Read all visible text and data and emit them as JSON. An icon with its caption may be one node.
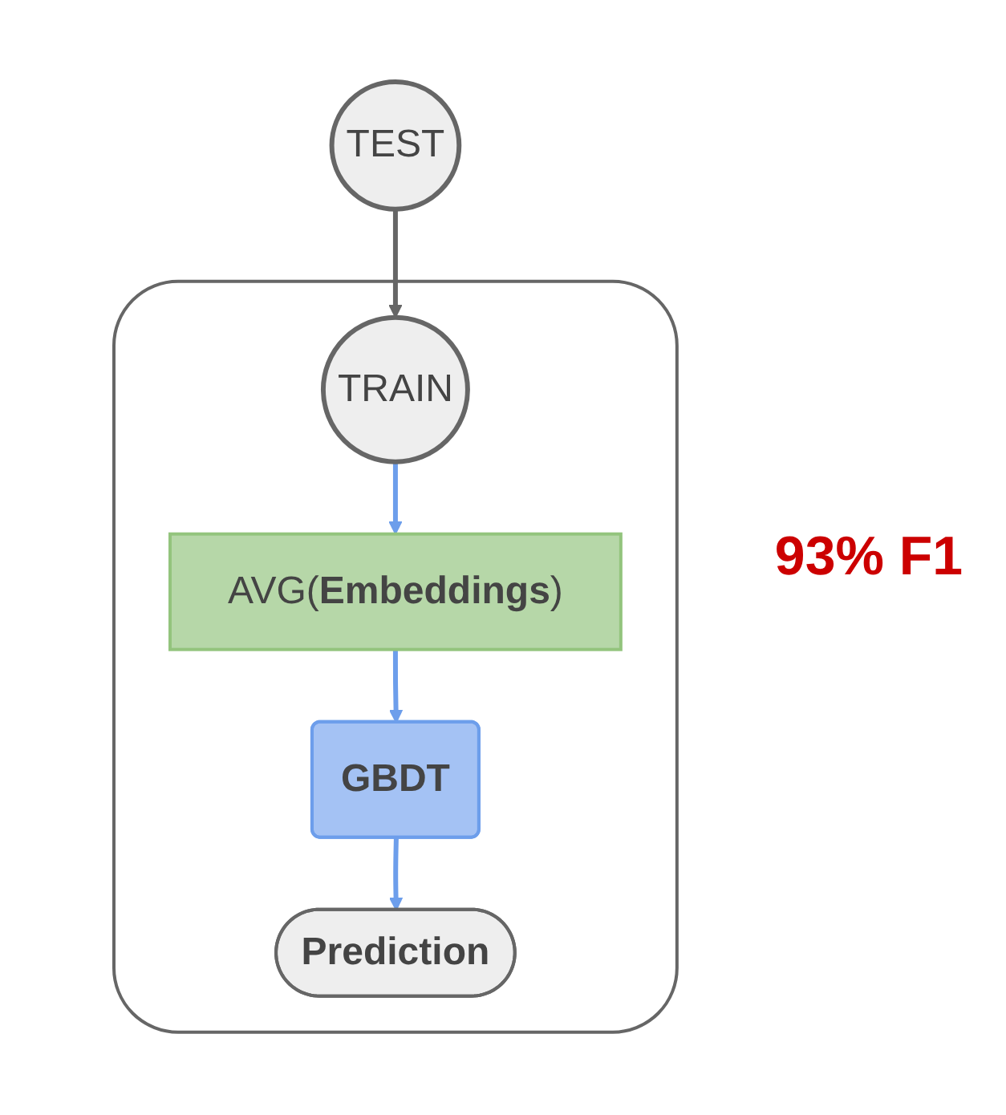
{
  "diagram": {
    "nodes": [
      {
        "text": [],
        "shape": "box"
      },
      {
        "text": [
          "TRAIN"
        ],
        "in": 0
      },
      {
        "text": [
          "TEST"
        ]
      },
      {
        "text": [
          "AVG(**Embeddings**)"
        ],
        "in": 0
      },
      {
        "text": [
          "GBDT"
        ],
        "in": 0
      },
      {
        "text": [
          "Prediction"
        ],
        "in": 0
      }
    ],
    "edges": [
      {
        "from": 2,
        "to": 1,
        "arrow": "to",
        "color": "#666666"
      },
      {
        "from": 1,
        "to": 3,
        "arrow": "to"
      },
      {
        "from": 3,
        "to": 4,
        "arrow": "to"
      },
      {
        "from": 4,
        "to": 5,
        "arrow": "to"
      }
    ],
    "labels": [
      "93% F1"
    ]
  }
}
